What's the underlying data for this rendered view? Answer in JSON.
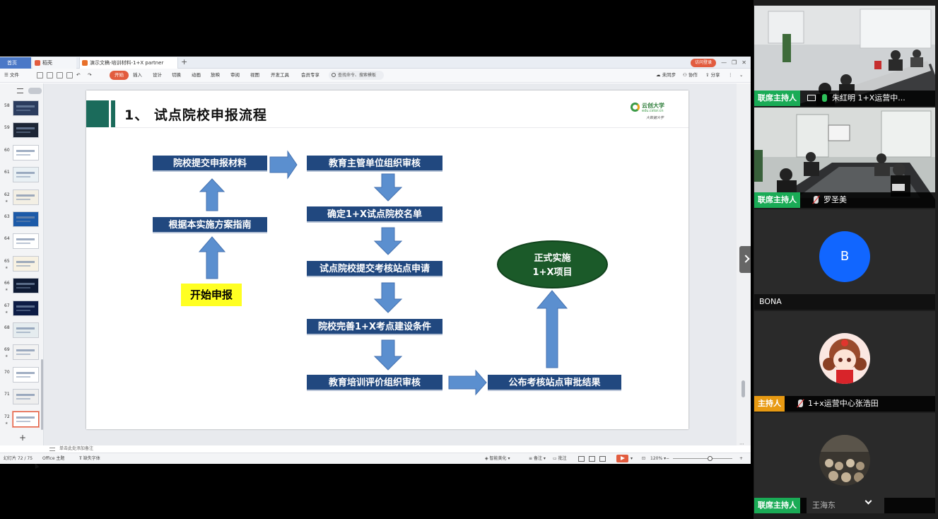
{
  "app": {
    "tabs": [
      {
        "label": "首页"
      },
      {
        "label": "稻壳"
      },
      {
        "label": "演示文稿-培训材料-1+X partner"
      }
    ],
    "login_label": "访问登录",
    "menu": [
      "文件",
      "开始",
      "插入",
      "设计",
      "切换",
      "动画",
      "放映",
      "审阅",
      "视图",
      "开发工具",
      "会员专享"
    ],
    "search_placeholder": "查找命令、搜索模板",
    "right_actions": [
      "未同步",
      "协作",
      "分享"
    ]
  },
  "sidebar": {
    "slides": [
      {
        "num": "58",
        "mark": ""
      },
      {
        "num": "59",
        "mark": ""
      },
      {
        "num": "60",
        "mark": ""
      },
      {
        "num": "61",
        "mark": ""
      },
      {
        "num": "62",
        "mark": "★"
      },
      {
        "num": "63",
        "mark": ""
      },
      {
        "num": "64",
        "mark": ""
      },
      {
        "num": "65",
        "mark": "★"
      },
      {
        "num": "66",
        "mark": "★"
      },
      {
        "num": "67",
        "mark": "★"
      },
      {
        "num": "68",
        "mark": ""
      },
      {
        "num": "69",
        "mark": "★"
      },
      {
        "num": "70",
        "mark": ""
      },
      {
        "num": "71",
        "mark": ""
      },
      {
        "num": "72",
        "mark": "★"
      }
    ],
    "add_label": "+"
  },
  "slide": {
    "title": "1、  试点院校申报流程",
    "logo": {
      "name": "云创大学",
      "url": "edu.cstor.cn",
      "slogan": "大数据大学"
    },
    "boxes": {
      "b1": "院校提交申报材料",
      "b2": "根据本实施方案指南",
      "start": "开始申报",
      "c1": "教育主管单位组织审核",
      "c2": "确定1+X试点院校名单",
      "c3": "试点院校提交考核站点申请",
      "c4": "院校完善1+X考点建设条件",
      "c5": "教育培训评价组织审核",
      "d1": "公布考核站点审批结果",
      "ellipse_line1": "正式实施",
      "ellipse_line2": "1+X项目"
    },
    "colors": {
      "box": "#21487f",
      "arrow": "#5b8fcf",
      "start": "#ffff22",
      "ellipse": "#1b5a29",
      "title_bar": "#1b6b5b"
    }
  },
  "notes_placeholder": "单击此处添加备注",
  "status": {
    "slide_counter": "幻灯片 72 / 75",
    "theme": "Office 主题",
    "missing_font": "缺失字体",
    "beautify": "智能美化",
    "notes": "备注",
    "comments": "批注",
    "zoom": "120%"
  },
  "video": {
    "participants": [
      {
        "role": "联席主持人",
        "name": "朱红明 1+X运营中...",
        "mic": "on",
        "type": "camera"
      },
      {
        "role": "联席主持人",
        "name": "罗圣美",
        "mic": "off",
        "type": "camera"
      },
      {
        "role": "",
        "name": "BONA",
        "mic": "",
        "type": "avatar",
        "initial": "B"
      },
      {
        "role": "主持人",
        "name": "1+x运营中心张浩田",
        "mic": "off",
        "type": "avatar-pic"
      },
      {
        "role": "联席主持人",
        "name": "王海东",
        "mic": "",
        "type": "avatar-pic"
      }
    ]
  }
}
